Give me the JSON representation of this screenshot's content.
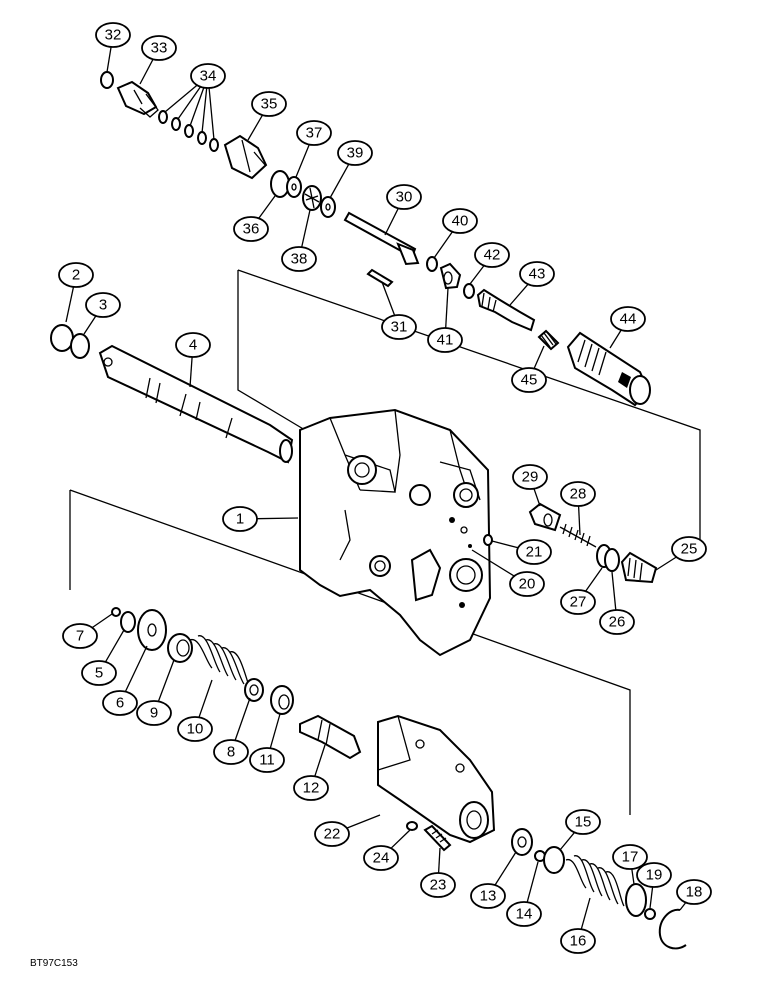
{
  "drawing_code": "BT97C153",
  "callouts": [
    {
      "n": "1"
    },
    {
      "n": "2"
    },
    {
      "n": "3"
    },
    {
      "n": "4"
    },
    {
      "n": "5"
    },
    {
      "n": "6"
    },
    {
      "n": "7"
    },
    {
      "n": "8"
    },
    {
      "n": "9"
    },
    {
      "n": "10"
    },
    {
      "n": "11"
    },
    {
      "n": "12"
    },
    {
      "n": "13"
    },
    {
      "n": "14"
    },
    {
      "n": "15"
    },
    {
      "n": "16"
    },
    {
      "n": "17"
    },
    {
      "n": "18"
    },
    {
      "n": "19"
    },
    {
      "n": "20"
    },
    {
      "n": "21"
    },
    {
      "n": "22"
    },
    {
      "n": "23"
    },
    {
      "n": "24"
    },
    {
      "n": "25"
    },
    {
      "n": "26"
    },
    {
      "n": "27"
    },
    {
      "n": "28"
    },
    {
      "n": "29"
    },
    {
      "n": "30"
    },
    {
      "n": "31"
    },
    {
      "n": "32"
    },
    {
      "n": "33"
    },
    {
      "n": "34"
    },
    {
      "n": "35"
    },
    {
      "n": "36"
    },
    {
      "n": "37"
    },
    {
      "n": "38"
    },
    {
      "n": "39"
    },
    {
      "n": "40"
    },
    {
      "n": "41"
    },
    {
      "n": "42"
    },
    {
      "n": "43"
    },
    {
      "n": "44"
    },
    {
      "n": "45"
    }
  ]
}
